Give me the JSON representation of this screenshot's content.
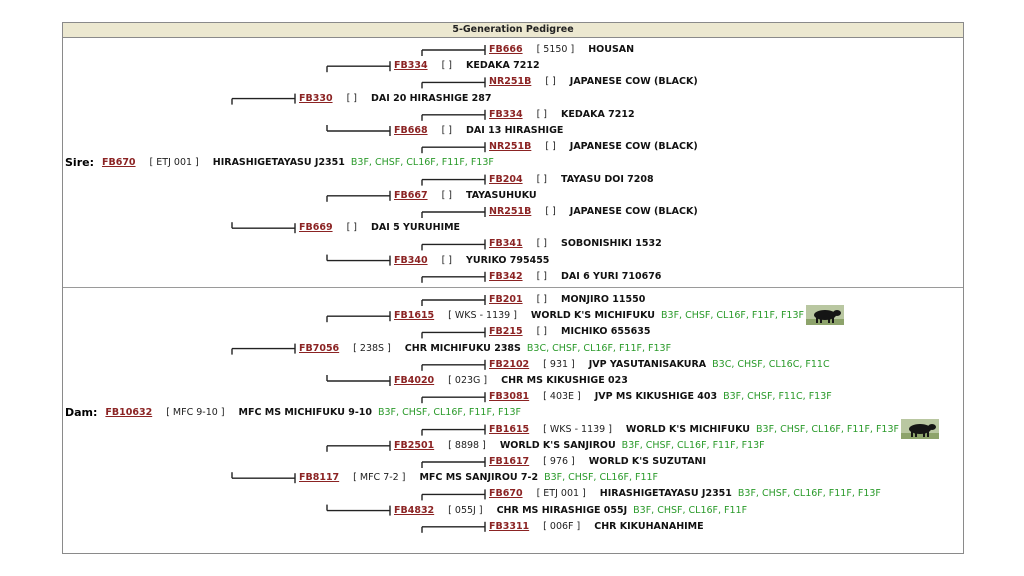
{
  "title": "5-Generation Pedigree",
  "colors": {
    "reg": "#8b2323",
    "traits": "#2a9a2a",
    "header_bg": "#ece8d0"
  },
  "sire": {
    "label": "Sire:",
    "rows": [
      {
        "gen": 4,
        "reg": "FB666",
        "tag": "[ 5150 ]",
        "name": "HOUSAN",
        "traits": ""
      },
      {
        "gen": 3,
        "reg": "FB334",
        "tag": "[ ]",
        "name": "KEDAKA 7212",
        "traits": ""
      },
      {
        "gen": 4,
        "reg": "NR251B",
        "tag": "[ ]",
        "name": "JAPANESE COW (BLACK)",
        "traits": ""
      },
      {
        "gen": 2,
        "reg": "FB330",
        "tag": "[ ]",
        "name": "DAI 20 HIRASHIGE 287",
        "traits": ""
      },
      {
        "gen": 4,
        "reg": "FB334",
        "tag": "[ ]",
        "name": "KEDAKA 7212",
        "traits": ""
      },
      {
        "gen": 3,
        "reg": "FB668",
        "tag": "[ ]",
        "name": "DAI 13 HIRASHIGE",
        "traits": ""
      },
      {
        "gen": 4,
        "reg": "NR251B",
        "tag": "[ ]",
        "name": "JAPANESE COW (BLACK)",
        "traits": ""
      },
      {
        "gen": 1,
        "reg": "FB670",
        "tag": "[ ETJ 001 ]",
        "name": "HIRASHIGETAYASU J2351",
        "traits": "B3F, CHSF, CL16F, F11F, F13F"
      },
      {
        "gen": 4,
        "reg": "FB204",
        "tag": "[ ]",
        "name": "TAYASU DOI 7208",
        "traits": ""
      },
      {
        "gen": 3,
        "reg": "FB667",
        "tag": "[ ]",
        "name": "TAYASUHUKU",
        "traits": ""
      },
      {
        "gen": 4,
        "reg": "NR251B",
        "tag": "[ ]",
        "name": "JAPANESE COW (BLACK)",
        "traits": ""
      },
      {
        "gen": 2,
        "reg": "FB669",
        "tag": "[ ]",
        "name": "DAI 5 YURUHIME",
        "traits": ""
      },
      {
        "gen": 4,
        "reg": "FB341",
        "tag": "[ ]",
        "name": "SOBONISHIKI 1532",
        "traits": ""
      },
      {
        "gen": 3,
        "reg": "FB340",
        "tag": "[ ]",
        "name": "YURIKO 795455",
        "traits": ""
      },
      {
        "gen": 4,
        "reg": "FB342",
        "tag": "[ ]",
        "name": "DAI 6 YURI 710676",
        "traits": ""
      }
    ]
  },
  "dam": {
    "label": "Dam:",
    "rows": [
      {
        "gen": 4,
        "reg": "FB201",
        "tag": "[ ]",
        "name": "MONJIRO 11550",
        "traits": ""
      },
      {
        "gen": 3,
        "reg": "FB1615",
        "tag": "[ WKS - 1139 ]",
        "name": "WORLD K'S MICHIFUKU",
        "traits": "B3F, CHSF, CL16F, F11F, F13F",
        "photo": true
      },
      {
        "gen": 4,
        "reg": "FB215",
        "tag": "[ ]",
        "name": "MICHIKO 655635",
        "traits": ""
      },
      {
        "gen": 2,
        "reg": "FB7056",
        "tag": "[ 238S ]",
        "name": "CHR MICHIFUKU 238S",
        "traits": "B3C, CHSF, CL16F, F11F, F13F"
      },
      {
        "gen": 4,
        "reg": "FB2102",
        "tag": "[ 931 ]",
        "name": "JVP YASUTANISAKURA",
        "traits": "B3C, CHSF, CL16C, F11C"
      },
      {
        "gen": 3,
        "reg": "FB4020",
        "tag": "[ 023G ]",
        "name": "CHR MS KIKUSHIGE 023",
        "traits": ""
      },
      {
        "gen": 4,
        "reg": "FB3081",
        "tag": "[ 403E ]",
        "name": "JVP MS KIKUSHIGE 403",
        "traits": "B3F, CHSF, F11C, F13F"
      },
      {
        "gen": 1,
        "reg": "FB10632",
        "tag": "[ MFC 9-10 ]",
        "name": "MFC MS MICHIFUKU 9-10",
        "traits": "B3F, CHSF, CL16F, F11F, F13F"
      },
      {
        "gen": 4,
        "reg": "FB1615",
        "tag": "[ WKS - 1139 ]",
        "name": "WORLD K'S MICHIFUKU",
        "traits": "B3F, CHSF, CL16F, F11F, F13F",
        "photo": true
      },
      {
        "gen": 3,
        "reg": "FB2501",
        "tag": "[ 8898 ]",
        "name": "WORLD K'S SANJIROU",
        "traits": "B3F, CHSF, CL16F, F11F, F13F"
      },
      {
        "gen": 4,
        "reg": "FB1617",
        "tag": "[ 976 ]",
        "name": "WORLD K'S SUZUTANI",
        "traits": ""
      },
      {
        "gen": 2,
        "reg": "FB8117",
        "tag": "[ MFC 7-2 ]",
        "name": "MFC MS SANJIROU 7-2",
        "traits": "B3F, CHSF, CL16F, F11F"
      },
      {
        "gen": 4,
        "reg": "FB670",
        "tag": "[ ETJ 001 ]",
        "name": "HIRASHIGETAYASU J2351",
        "traits": "B3F, CHSF, CL16F, F11F, F13F"
      },
      {
        "gen": 3,
        "reg": "FB4832",
        "tag": "[ 055J ]",
        "name": "CHR MS HIRASHIGE 055J",
        "traits": "B3F, CHSF, CL16F, F11F"
      },
      {
        "gen": 4,
        "reg": "FB3311",
        "tag": "[ 006F ]",
        "name": "CHR KIKUHANAHIME",
        "traits": ""
      }
    ]
  }
}
